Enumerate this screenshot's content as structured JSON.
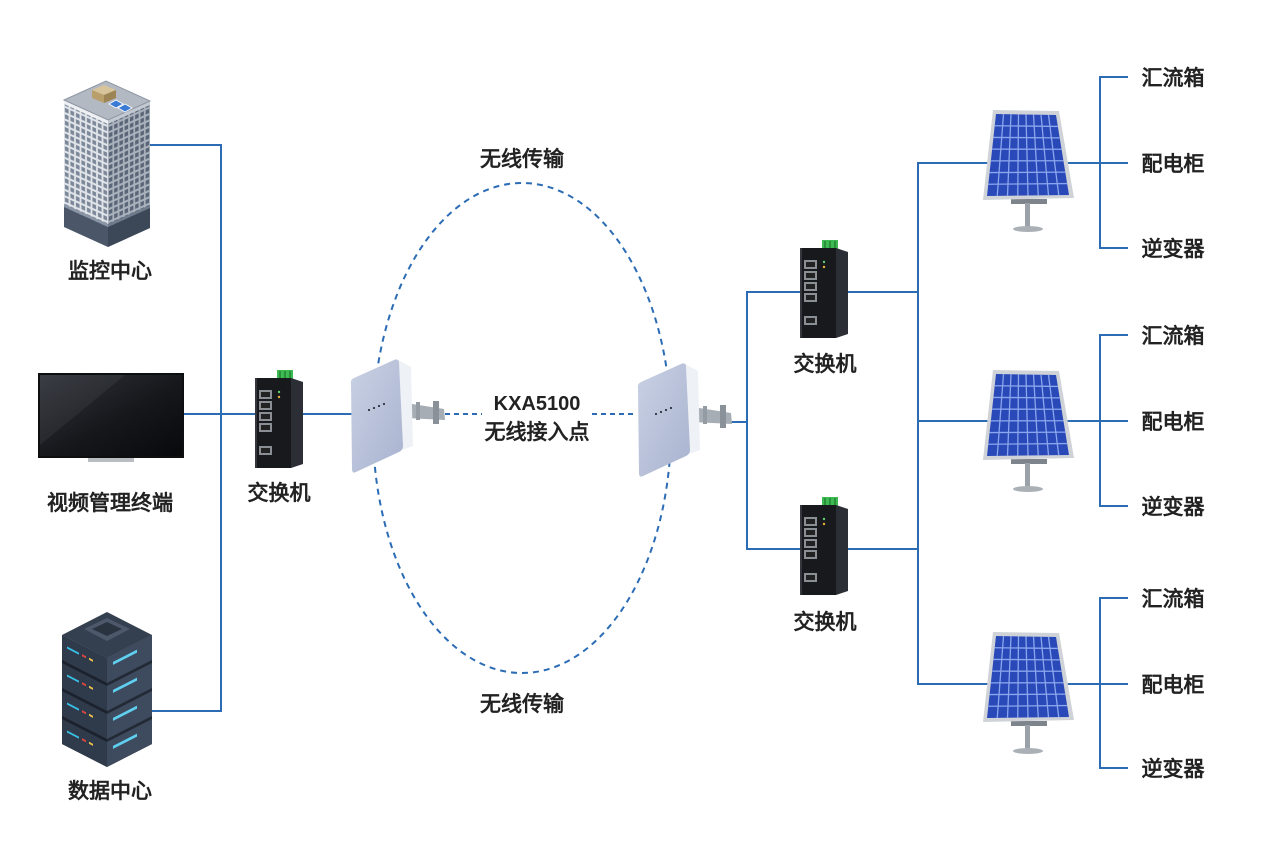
{
  "left_nodes": {
    "monitoring_center": "监控中心",
    "video_terminal": "视频管理终端",
    "data_center": "数据中心"
  },
  "switches": [
    "交换机",
    "交换机",
    "交换机"
  ],
  "wireless": {
    "top_label": "无线传输",
    "bottom_label": "无线传输",
    "model": "KXA5100",
    "device": "无线接入点"
  },
  "solar_groups": [
    {
      "outputs": [
        "汇流箱",
        "配电柜",
        "逆变器"
      ]
    },
    {
      "outputs": [
        "汇流箱",
        "配电柜",
        "逆变器"
      ]
    },
    {
      "outputs": [
        "汇流箱",
        "配电柜",
        "逆变器"
      ]
    }
  ],
  "icons": [
    "building-icon",
    "tv-monitor-icon",
    "server-rack-icon",
    "network-switch-icon",
    "wireless-access-point-icon",
    "solar-panel-icon"
  ],
  "colors": {
    "link": "#2b6cb5",
    "label": "#222222",
    "panel_cells": "#2a49b8",
    "terminal_block": "#3dbb52"
  }
}
